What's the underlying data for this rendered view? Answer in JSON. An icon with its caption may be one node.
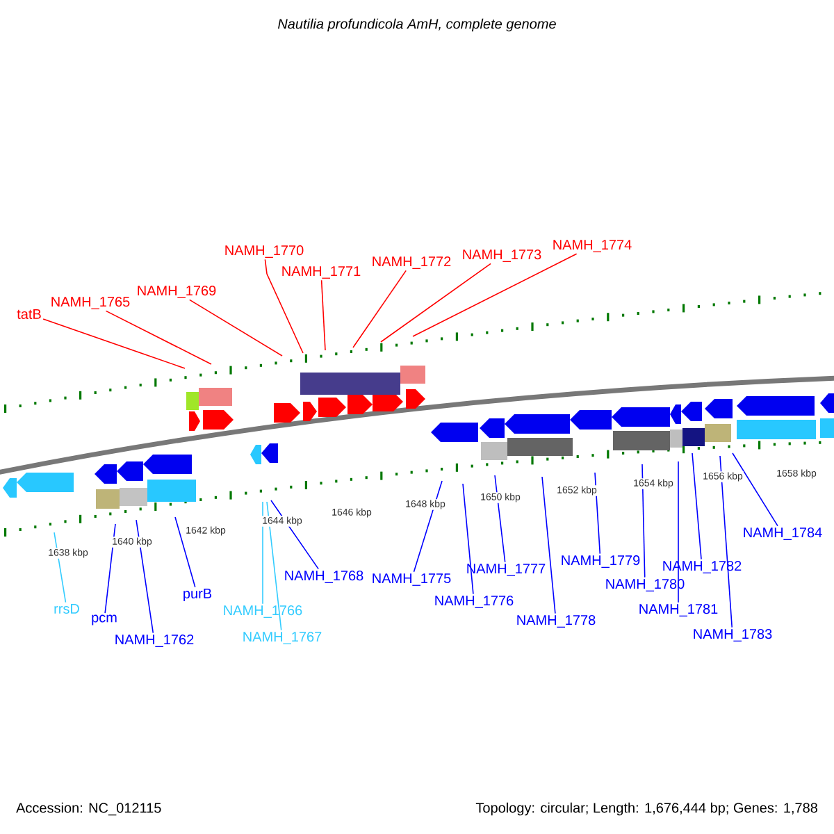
{
  "diagram": {
    "title": "Nautilia profundicola AmH, complete genome",
    "nodes": [
      {
        "text": [
          "NAMH_1770"
        ]
      },
      {
        "text": [
          "NAMH_1774"
        ]
      },
      {
        "text": [
          "NAMH_1772"
        ]
      },
      {
        "text": [
          "NAMH_1773"
        ]
      },
      {
        "text": [
          "NAMH_1771"
        ]
      },
      {
        "text": [
          "NAMH_1769"
        ]
      },
      {
        "text": [
          "NAMH_1765"
        ]
      },
      {
        "text": [
          "tatB"
        ]
      },
      {
        "text": [
          "NAMH_1784"
        ]
      },
      {
        "text": [
          "NAMH_1779"
        ]
      },
      {
        "text": [
          "NAMH_1782"
        ]
      },
      {
        "text": [
          "NAMH_1768"
        ]
      },
      {
        "text": [
          "NAMH_1777"
        ]
      },
      {
        "text": [
          "NAMH_1775"
        ]
      },
      {
        "text": [
          "NAMH_1780"
        ]
      },
      {
        "text": [
          "purB"
        ]
      },
      {
        "text": [
          "NAMH_1776"
        ]
      },
      {
        "text": [
          "NAMH_1766"
        ]
      },
      {
        "text": [
          "rrsD"
        ]
      },
      {
        "text": [
          "NAMH_1781"
        ]
      },
      {
        "text": [
          "pcm"
        ]
      },
      {
        "text": [
          "NAMH_1778"
        ]
      },
      {
        "text": [
          "NAMH_1783"
        ]
      },
      {
        "text": [
          "NAMH_1767"
        ]
      },
      {
        "text": [
          "NAMH_1762"
        ]
      }
    ],
    "edges": [
      {
        "from": 0,
        "to": null,
        "arrow": "none",
        "color": "#ff0000"
      },
      {
        "from": 1,
        "to": null,
        "arrow": "none",
        "color": "#ff0000"
      },
      {
        "from": 2,
        "to": null,
        "arrow": "none",
        "color": "#ff0000"
      },
      {
        "from": 3,
        "to": null,
        "arrow": "none",
        "color": "#ff0000"
      },
      {
        "from": 4,
        "to": null,
        "arrow": "none",
        "color": "#ff0000"
      },
      {
        "from": 5,
        "to": null,
        "arrow": "none",
        "color": "#ff0000"
      },
      {
        "from": 6,
        "to": null,
        "arrow": "none",
        "color": "#ff0000"
      },
      {
        "from": 7,
        "to": null,
        "arrow": "none",
        "color": "#ff0000"
      },
      {
        "from": 8,
        "to": null,
        "arrow": "none"
      },
      {
        "from": 9,
        "to": null,
        "arrow": "none"
      },
      {
        "from": 10,
        "to": null,
        "arrow": "none"
      },
      {
        "from": 11,
        "to": null,
        "arrow": "none"
      },
      {
        "from": 12,
        "to": null,
        "arrow": "none"
      },
      {
        "from": 13,
        "to": null,
        "arrow": "none"
      },
      {
        "from": 14,
        "to": null,
        "arrow": "none"
      },
      {
        "from": 15,
        "to": null,
        "arrow": "none"
      },
      {
        "from": 16,
        "to": null,
        "arrow": "none"
      },
      {
        "from": 17,
        "to": null,
        "arrow": "none",
        "color": "#33ccff"
      },
      {
        "from": 18,
        "to": null,
        "arrow": "none",
        "color": "#33ccff"
      },
      {
        "from": 19,
        "to": null,
        "arrow": "none"
      },
      {
        "from": 20,
        "to": null,
        "arrow": "none"
      },
      {
        "from": 21,
        "to": null,
        "arrow": "none"
      },
      {
        "from": 22,
        "to": null,
        "arrow": "none"
      },
      {
        "from": 23,
        "to": null,
        "arrow": "none",
        "color": "#33ccff"
      },
      {
        "from": 24,
        "to": null,
        "arrow": "none"
      }
    ],
    "labels": [
      "1658 kbp",
      "1656 kbp",
      "1654 kbp",
      "1652 kbp",
      "1650 kbp",
      "1648 kbp",
      "1646 kbp",
      "1644 kbp",
      "1642 kbp",
      "1640 kbp",
      "1638 kbp",
      "Accession: NC_012115",
      "Topology: circular; Length: 1,676,444 bp; Genes: 1,788"
    ]
  }
}
